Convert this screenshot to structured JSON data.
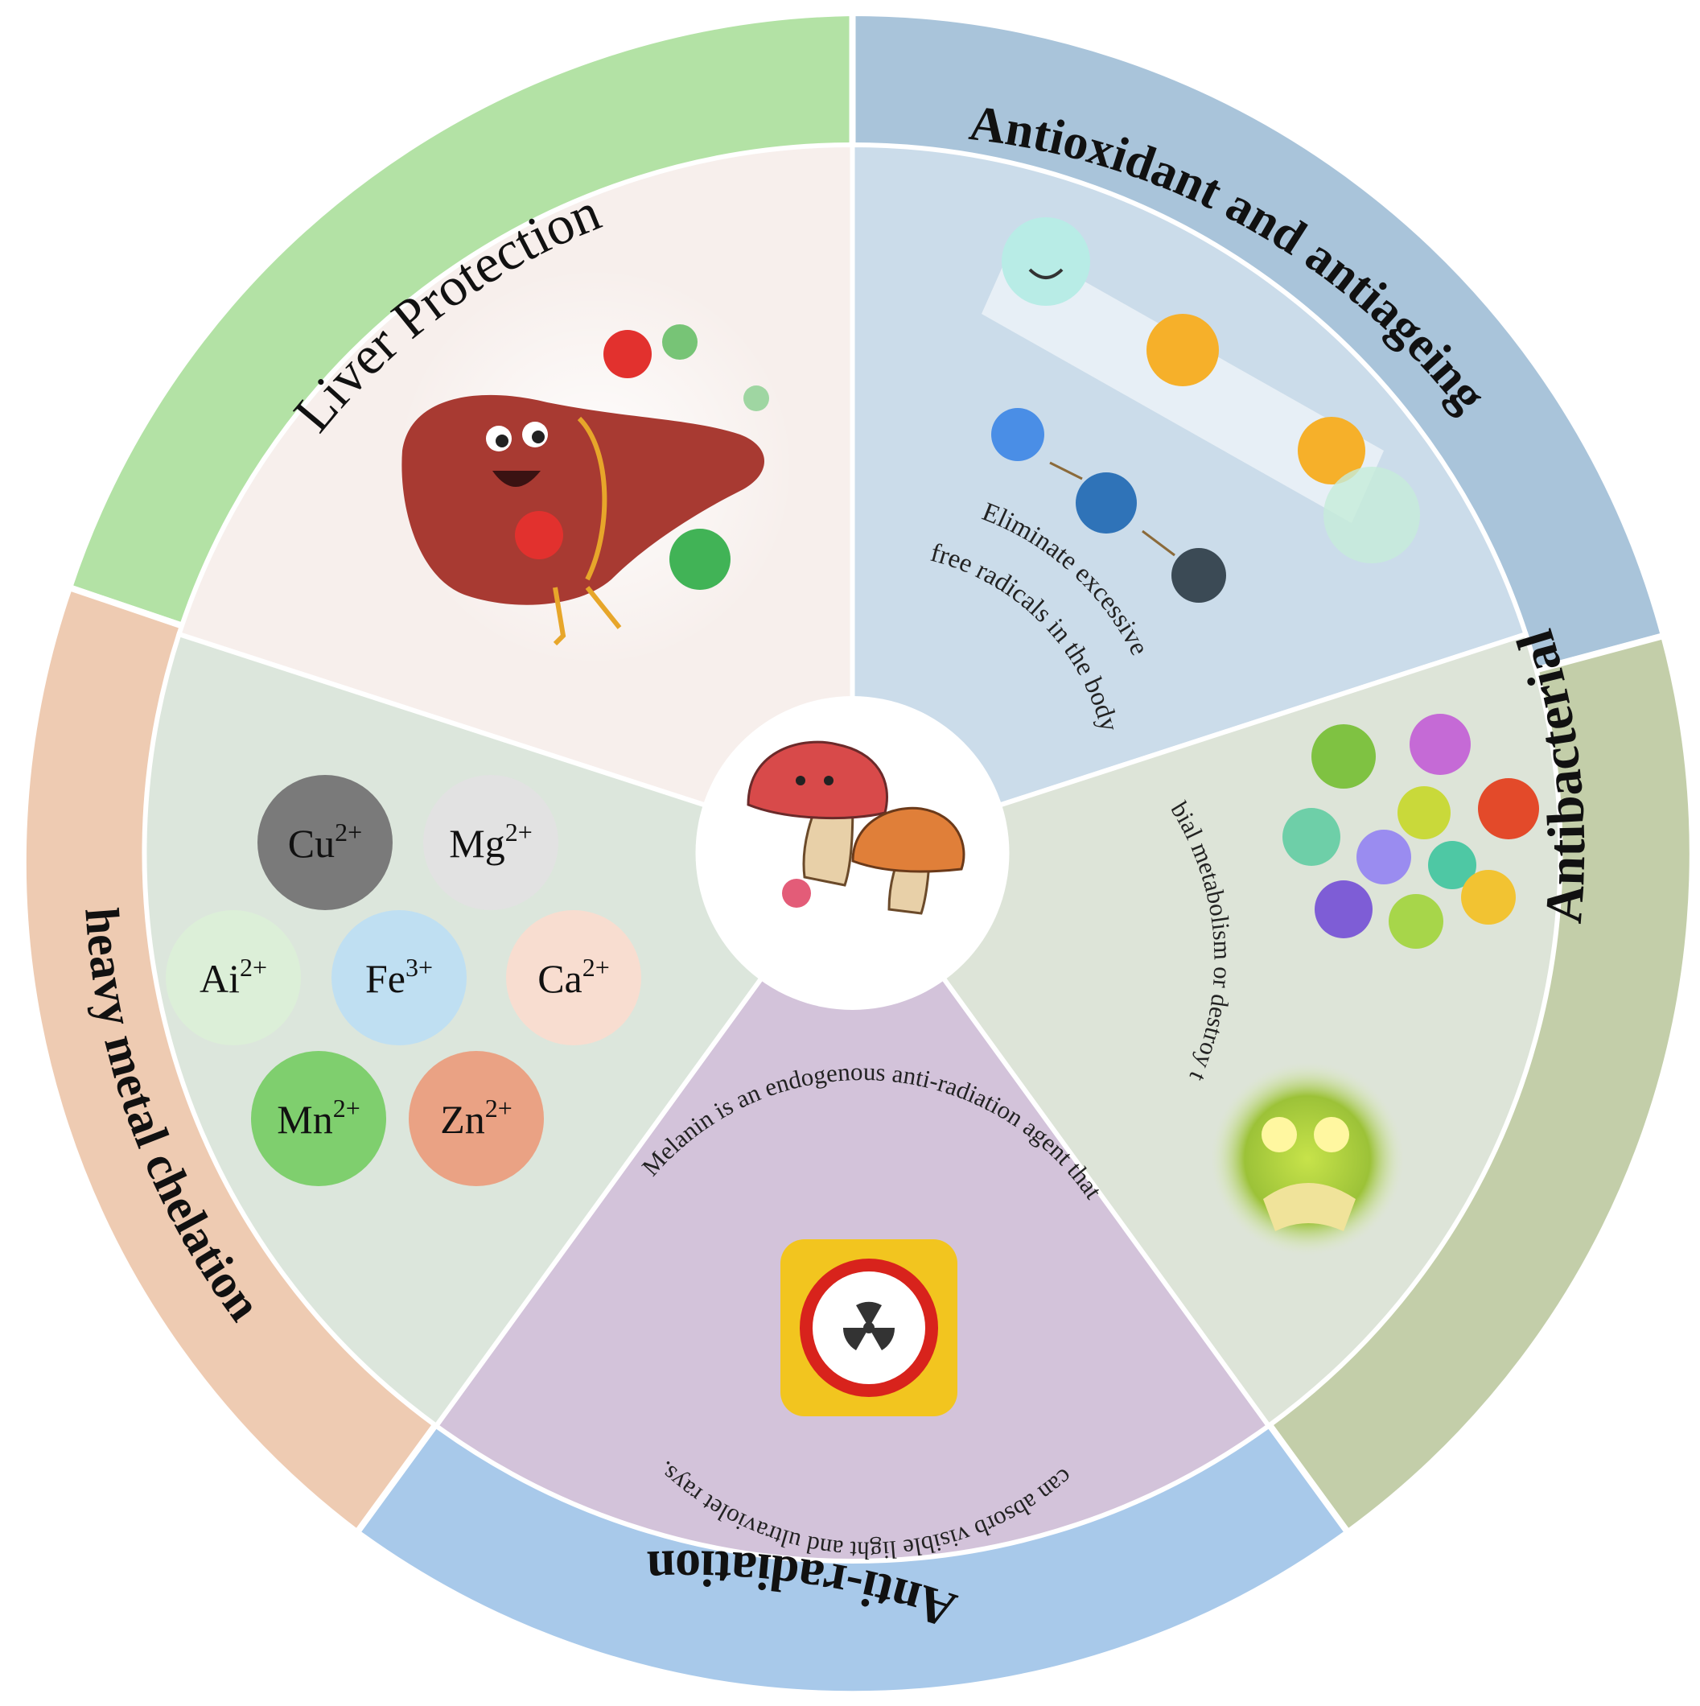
{
  "center": {
    "icon": "mushroom-mascot-icon"
  },
  "segments": {
    "liver": {
      "title": "Liver Protection",
      "icon": "liver-boxer-icon"
    },
    "antioxidant": {
      "title": "Antioxidant and antiageing",
      "line1": "Eliminate excessive",
      "line2": "free radicals in the body",
      "icon": "free-radical-icon"
    },
    "antibacterial": {
      "title": "Antibacterial",
      "line1": "Inhibit microbial metabolism or destroy their structure",
      "icon": "germ-cluster-icon"
    },
    "antiradiation": {
      "title": "Anti-radiation",
      "line1": "Melanin is an endogenous anti-radiation agent that",
      "line2": "can absorb visible light and ultraviolet rays.",
      "icon": "radiation-sign-icon"
    },
    "heavymetal": {
      "title": "heavy metal chelation",
      "ions": [
        {
          "base": "Cu",
          "charge": "2+",
          "color": "#7a7a7a"
        },
        {
          "base": "Mg",
          "charge": "2+",
          "color": "#e2e2e2"
        },
        {
          "base": "Ai",
          "charge": "2+",
          "color": "#dcefd8"
        },
        {
          "base": "Fe",
          "charge": "3+",
          "color": "#bfdff2"
        },
        {
          "base": "Ca",
          "charge": "2+",
          "color": "#f8ddd0"
        },
        {
          "base": "Mn",
          "charge": "2+",
          "color": "#7fcf6e"
        },
        {
          "base": "Zn",
          "charge": "2+",
          "color": "#eaa284"
        }
      ]
    }
  },
  "colors": {
    "liver_ring": "#b3e2a5",
    "antioxidant_ring": "#a9c4da",
    "antibacterial_ring": "#c3cea9",
    "antiradiation_ring": "#a8c9ea",
    "heavymetal_ring": "#eecbb2"
  }
}
